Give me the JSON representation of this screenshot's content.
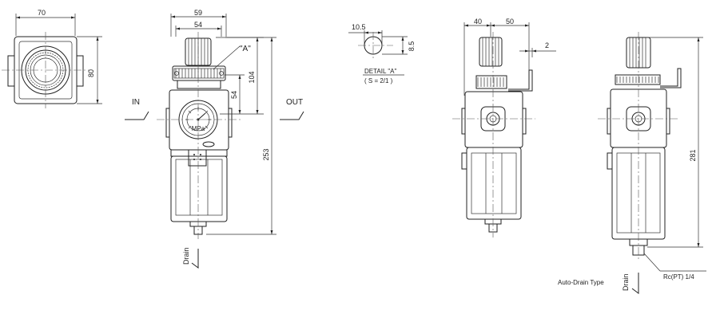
{
  "dimensions": {
    "top_width": "70",
    "top_height": "80",
    "front_width_59": "59",
    "front_width_54": "54",
    "height_104": "104",
    "height_54": "54",
    "height_253": "253",
    "detail_10_5": "10.5",
    "detail_8_5": "8.5",
    "side_40": "40",
    "side_50": "50",
    "side_2": "2",
    "height_281": "281"
  },
  "labels": {
    "in": "IN",
    "out": "OUT",
    "detail_marker": "\"A\"",
    "detail_title": "DETAIL \"A\"",
    "detail_scale": "( S = 2/1 )",
    "drain_front": "Drain",
    "drain_auto": "Drain",
    "auto_drain_type": "Auto-Drain Type",
    "port_thread": "Rc(PT) 1/4"
  },
  "icons": [
    "flow-in-arrow-icon",
    "flow-out-arrow-icon",
    "drain-arrow-icon",
    "pressure-gauge-icon"
  ]
}
